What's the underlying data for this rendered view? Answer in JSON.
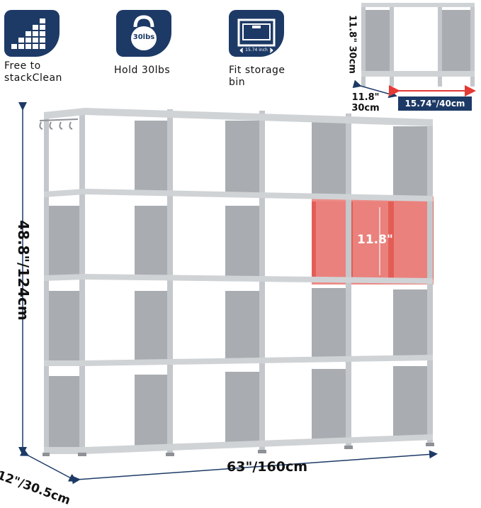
{
  "features": [
    {
      "label_line1": "Free to",
      "label_line2": "stackClean",
      "icon": "stack-blocks-icon"
    },
    {
      "label_line1": "Hold 30lbs",
      "label_line2": "",
      "icon": "kettlebell-icon",
      "icon_text": "30lbs"
    },
    {
      "label_line1": "Fit storage",
      "label_line2": "bin",
      "icon": "storage-bin-icon",
      "icon_text": "15.74 inch"
    }
  ],
  "dimensions": {
    "height": "48.8\"/124cm",
    "width": "63\"/160cm",
    "depth": "12\"/30.5cm",
    "cube_height": "11.8\"",
    "thumb_height_in": "11.8\"",
    "thumb_height_cm": "30cm",
    "thumb_depth_in": "11.8\"",
    "thumb_depth_cm": "30cm",
    "thumb_width": "15.74\"/40cm"
  },
  "colors": {
    "navy": "#1d3a66",
    "frame": "#b9bcc0",
    "panel": "#a9acb0",
    "highlight": "#e8736e",
    "arrow_red": "#e53935"
  }
}
